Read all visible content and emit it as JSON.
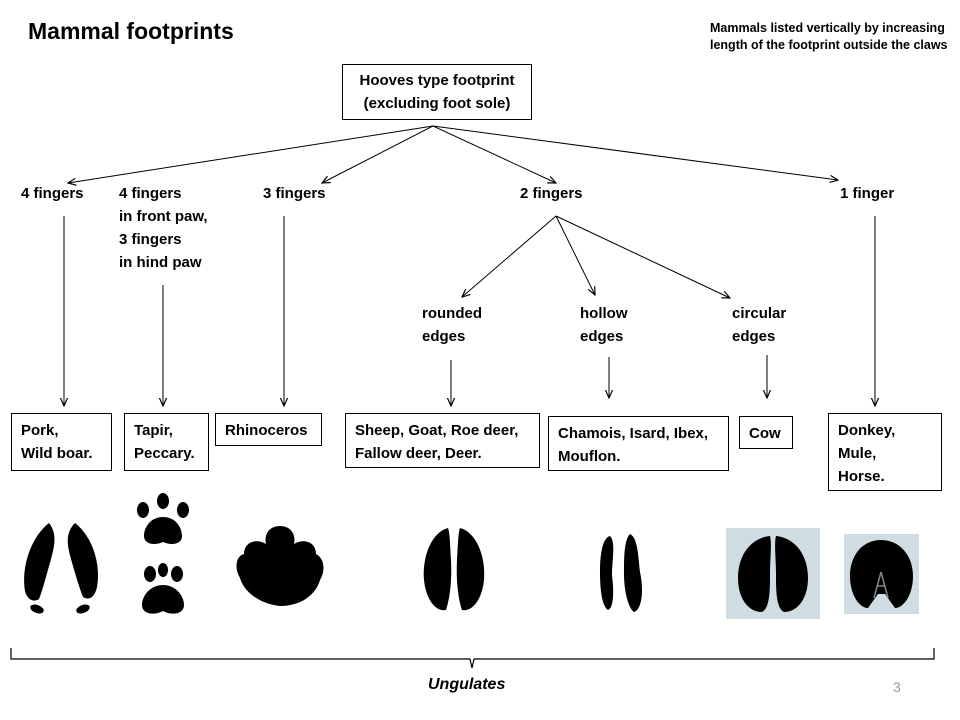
{
  "title": "Mammal footprints",
  "note": "Mammals listed vertically by increasing length of the footprint outside the claws",
  "root": "Hooves type footprint\n(excluding foot sole)",
  "categories": {
    "four_fingers": "4 fingers",
    "four_three_fingers": "4 fingers\nin front paw,\n3 fingers\nin hind paw",
    "three_fingers": "3 fingers",
    "two_fingers": "2 fingers",
    "one_finger": "1 finger"
  },
  "subcategories": {
    "rounded": "rounded\nedges",
    "hollow": "hollow\nedges",
    "circular": "circular\nedges"
  },
  "animals": {
    "pork": "Pork,\nWild boar.",
    "tapir": "Tapir,\nPeccary.",
    "rhino": "Rhinoceros",
    "sheep": "Sheep, Goat, Roe deer,\nFallow deer, Deer.",
    "chamois": "Chamois, Isard, Ibex,\nMouflon.",
    "cow": "Cow",
    "donkey": "Donkey,\nMule,\nHorse."
  },
  "group_label": "Ungulates",
  "page_number": "3"
}
